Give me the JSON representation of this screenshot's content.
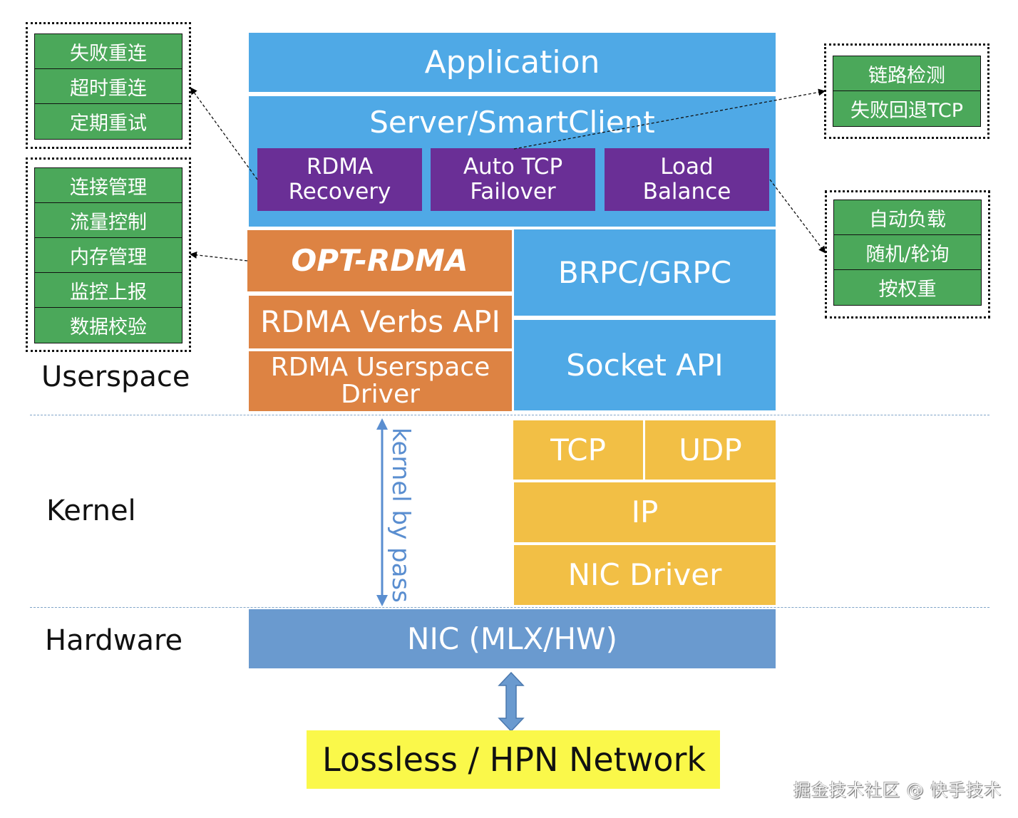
{
  "stack": {
    "application": "Application",
    "server_client": "Server/SmartClient",
    "features": [
      "RDMA\nRecovery",
      "Auto TCP\nFailover",
      "Load\nBalance"
    ],
    "opt_rdma": "OPT-RDMA",
    "rdma_verbs": "RDMA Verbs API",
    "rdma_userspace": "RDMA Userspace\nDriver",
    "brpc": "BRPC/GRPC",
    "socket_api": "Socket API",
    "tcp": "TCP",
    "udp": "UDP",
    "ip": "IP",
    "nic_driver": "NIC Driver",
    "nic": "NIC (MLX/HW)",
    "network": "Lossless / HPN Network",
    "bypass_label": "kernel by pass"
  },
  "layers": {
    "userspace": "Userspace",
    "kernel": "Kernel",
    "hardware": "Hardware"
  },
  "callouts": {
    "recovery": [
      "失败重连",
      "超时重连",
      "定期重试"
    ],
    "opt_rdma": [
      "连接管理",
      "流量控制",
      "内存管理",
      "监控上报",
      "数据校验"
    ],
    "failover": [
      "链路检测",
      "失败回退TCP"
    ],
    "load_balance": [
      "自动负载",
      "随机/轮询",
      "按权重"
    ]
  },
  "colors": {
    "app_blue": "#4FA9E6",
    "feature_purple": "#6A2F96",
    "rdma_orange": "#DD8343",
    "kernel_amber": "#F2BF45",
    "nic_steel": "#6A9ACF",
    "callout_green": "#4BA85A",
    "network_yellow": "#FAF84A"
  },
  "watermark": "掘金技术社区 @ 快手技术"
}
